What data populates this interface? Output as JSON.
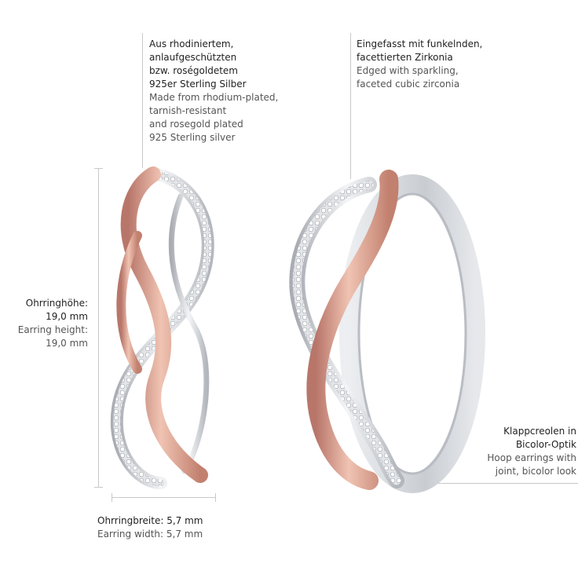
{
  "material": {
    "de": [
      "Aus rhodiniertem,",
      "anlaufgeschützten",
      "bzw. roségoldetem",
      "925er Sterling Silber"
    ],
    "en": [
      "Made from rhodium-plated,",
      "tarnish-resistant",
      "and rosegold plated",
      "925 Sterling silver"
    ]
  },
  "stones": {
    "de": [
      "Eingefasst mit funkelnden,",
      "facettierten Zirkonia"
    ],
    "en": [
      "Edged with sparkling,",
      "faceted cubic zirconia"
    ]
  },
  "height": {
    "de": [
      "Ohrringhöhe:",
      "19,0 mm"
    ],
    "en": [
      "Earring height:",
      "19,0 mm"
    ]
  },
  "width": {
    "de": "Ohrringbreite: 5,7 mm",
    "en": "Earring width: 5,7 mm"
  },
  "hoop": {
    "de": [
      "Klappcreolen in",
      "Bicolor-Optik"
    ],
    "en": [
      "Hoop earrings with",
      "joint, bicolor look"
    ]
  },
  "colors": {
    "rose": "#d49a86",
    "silver": "#d8dadd",
    "line": "#c8c8c8"
  }
}
